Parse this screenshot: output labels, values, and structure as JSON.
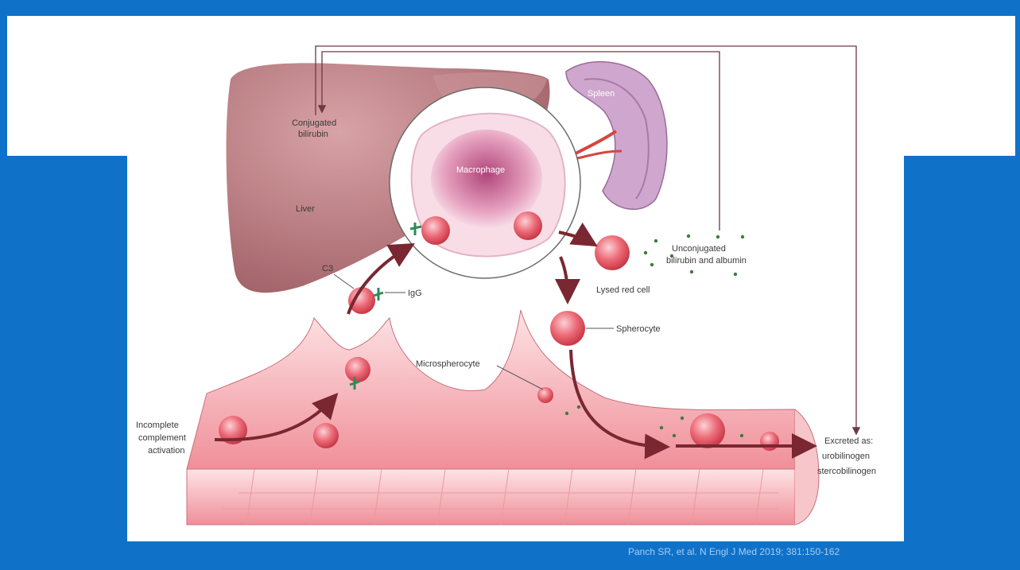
{
  "labels": {
    "conjugated_bilirubin_line1": "Conjugated",
    "conjugated_bilirubin_line2": "bilirubin",
    "liver": "Liver",
    "spleen": "Spleen",
    "macrophage": "Macrophage",
    "c3": "C3",
    "igg": "IgG",
    "unconjugated_line1": "Unconjugated",
    "unconjugated_line2": "bilirubin and albumin",
    "lysed_red_cell": "Lysed red cell",
    "spherocyte": "Spherocyte",
    "microspherocyte": "Microspherocyte",
    "incomplete_line1": "Incomplete",
    "incomplete_line2": "complement",
    "incomplete_line3": "activation",
    "excreted_line1": "Excreted as:",
    "excreted_line2": "urobilinogen",
    "excreted_line3": "stercobilinogen"
  },
  "citation": "Panch SR, et al. N Engl J Med 2019; 381:150-162",
  "colors": {
    "slide_blue": "#0f72c8",
    "liver": "#b9787c",
    "spleen": "#c9a0c6",
    "vessel": "#f4b9bd",
    "red_cell": "#e34c5a",
    "arrow": "#7a2732",
    "igg": "#2e8b57"
  }
}
